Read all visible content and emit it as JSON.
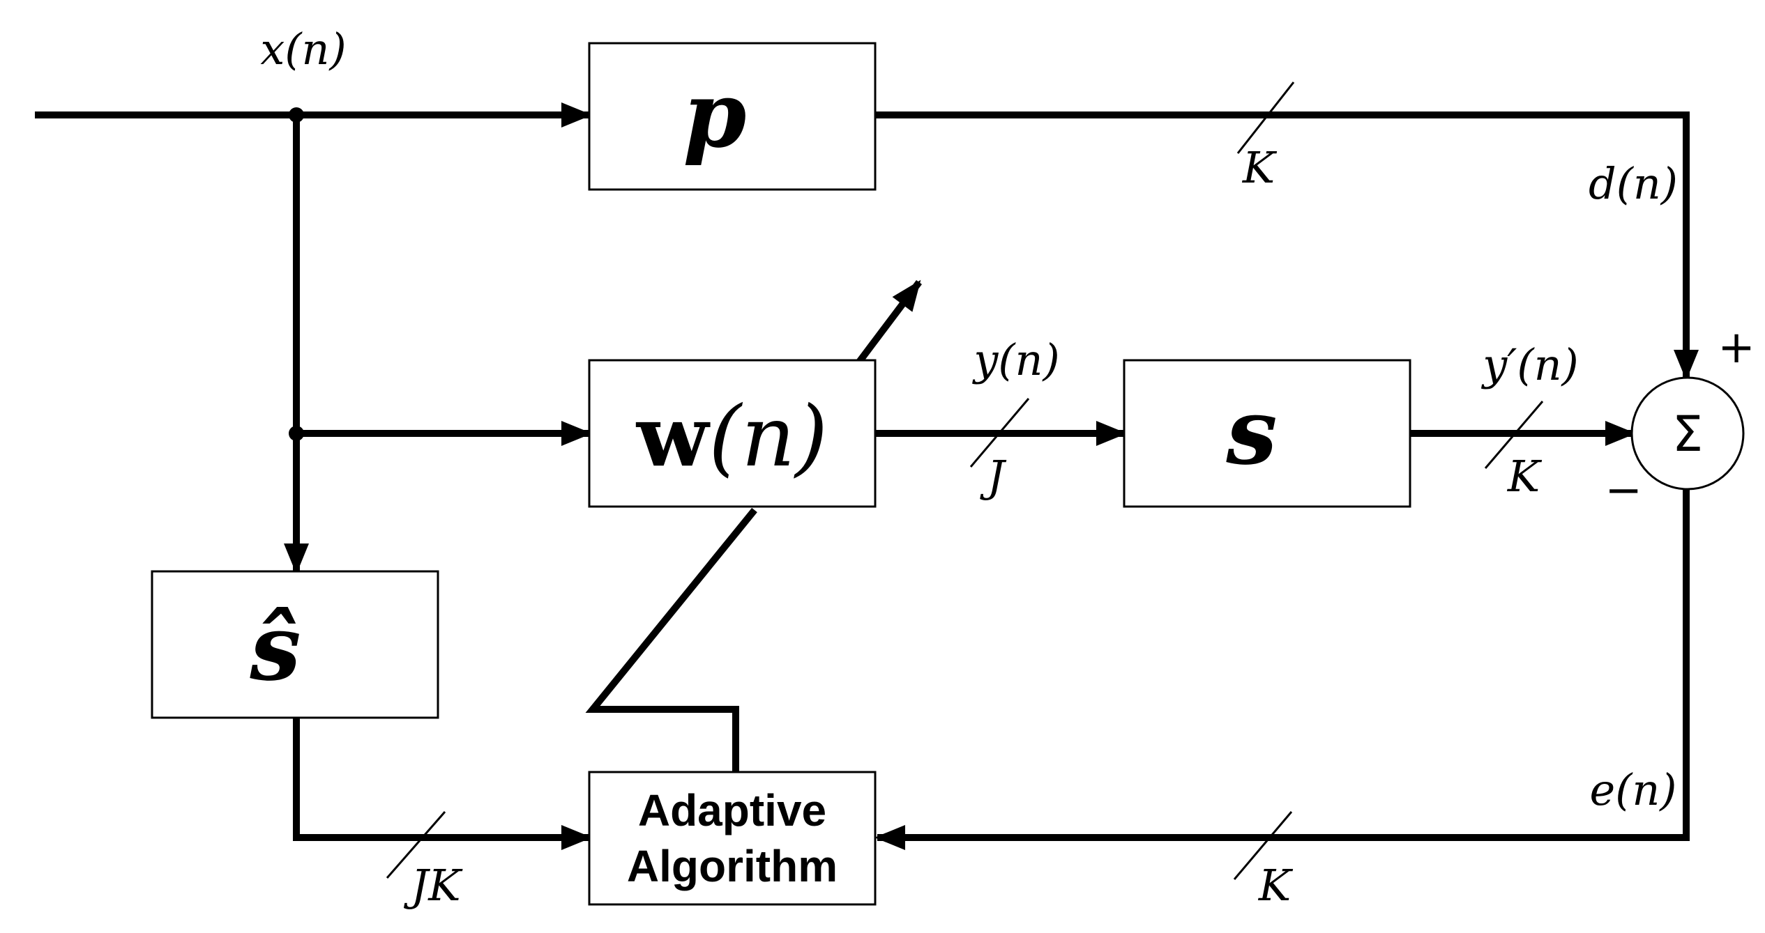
{
  "signals": {
    "x": "x(n)",
    "d": "d(n)",
    "y": "y(n)",
    "yprime": "y′(n)",
    "e": "e(n)"
  },
  "dimensions": {
    "K_primary": "K",
    "J": "J",
    "K_secondary": "K",
    "JK": "JK",
    "K_error": "K"
  },
  "blocks": {
    "primary_path": "p",
    "adaptive_filter_w": "w",
    "adaptive_filter_args": "(n)",
    "secondary_path": "s",
    "secondary_estimate": "ŝ",
    "algorithm_line1": "Adaptive",
    "algorithm_line2": "Algorithm"
  },
  "summing_junction": {
    "symbol": "Σ",
    "plus": "+",
    "minus": "−"
  }
}
